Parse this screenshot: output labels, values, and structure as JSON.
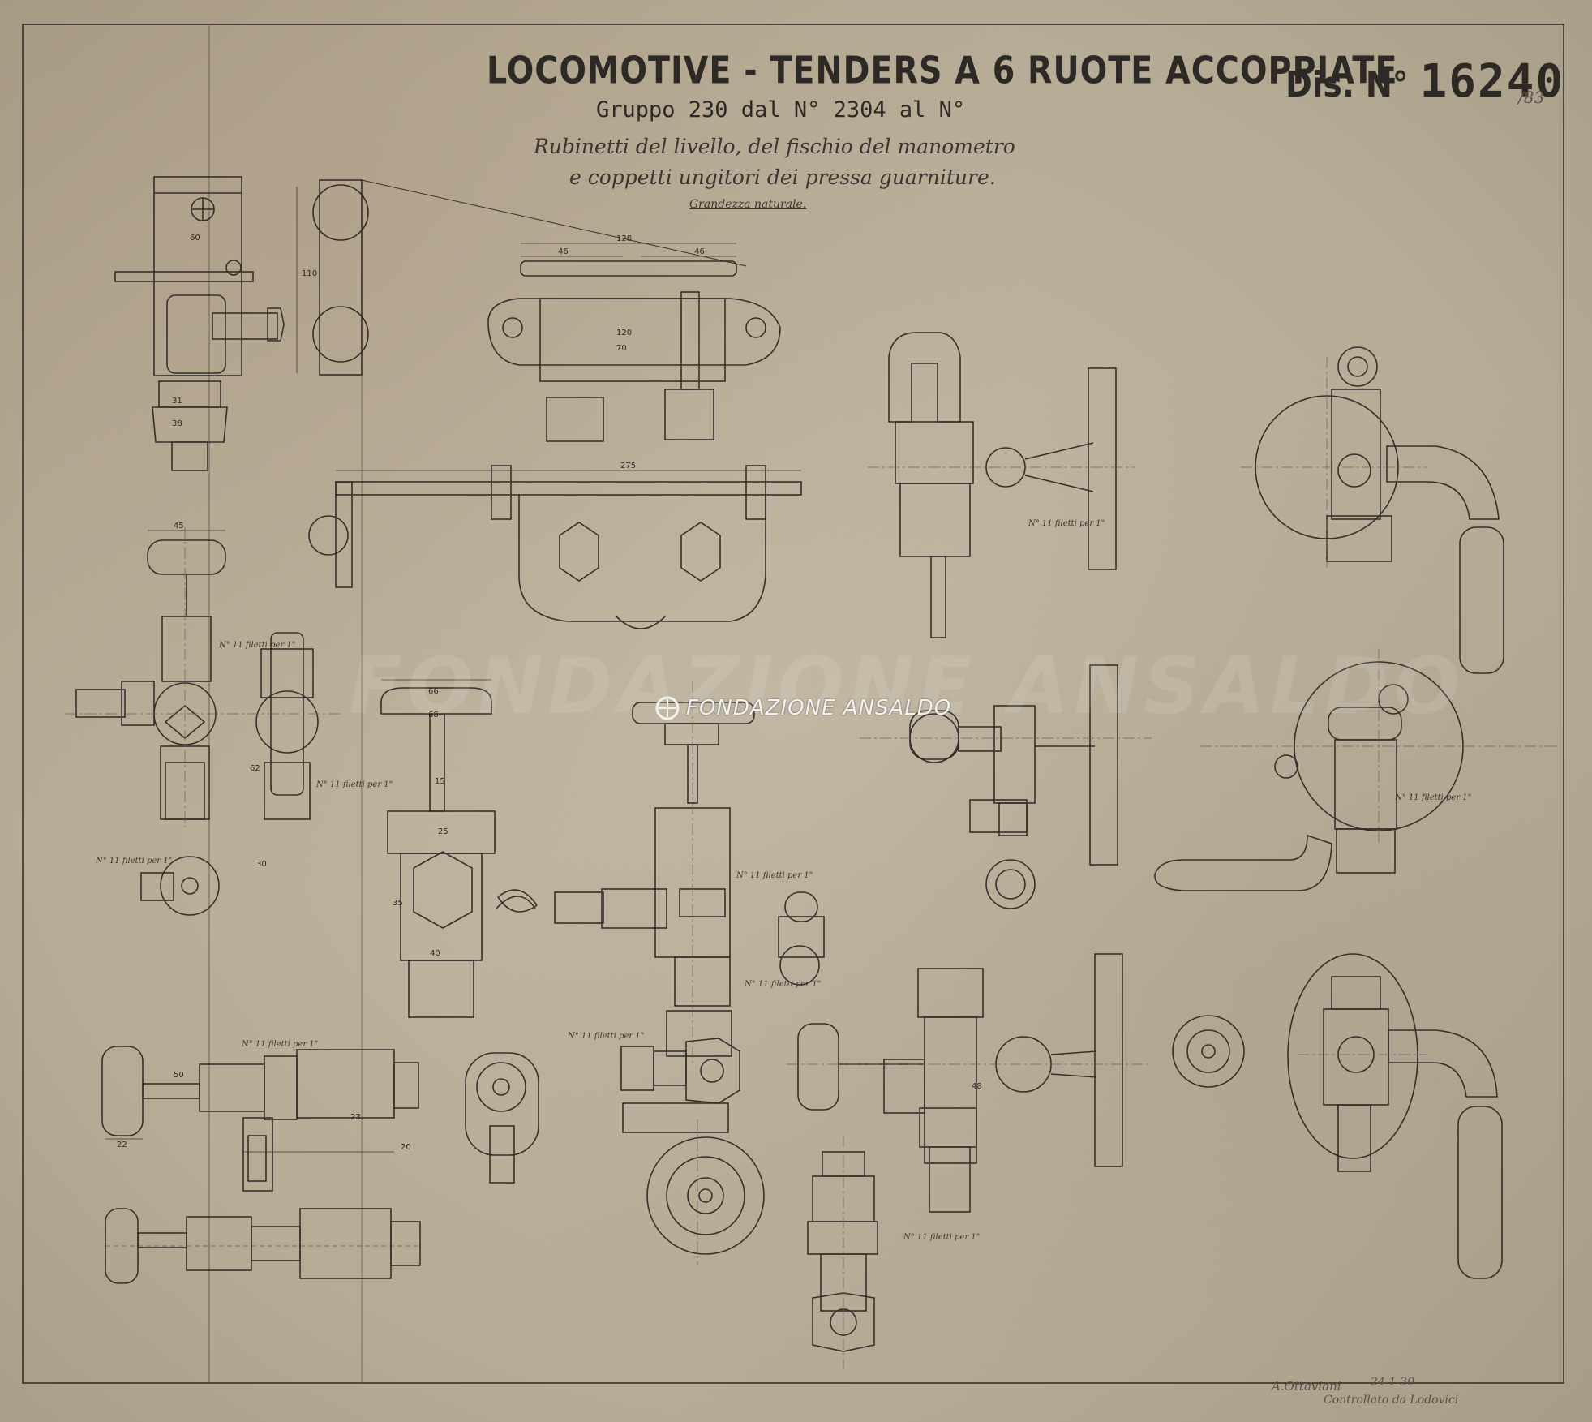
{
  "header": {
    "title": "LOCOMOTIVE - TENDERS A 6 RUOTE ACCOPPIATE",
    "group_line": "Gruppo 230 dal N° 2304 al N°",
    "description_line1": "Rubinetti del livello, del fischio del manometro",
    "description_line2": "e coppetti ungitori dei pressa guarniture.",
    "scale_note": "Grandezza naturale."
  },
  "drawing_number": {
    "prefix": "Dis. N°",
    "number": "16240",
    "suffix": "/83"
  },
  "watermark": {
    "text": "FONDAZIONE ANSALDO"
  },
  "signatures": {
    "drafter": "A.Ottaviani",
    "date": "24-1-30",
    "checked": "Controllato da Lodovici"
  },
  "annotations": [
    "N° 11 filetti per 1\"",
    "N° 11 filetti per 1\"",
    "N° 11 filetti per 1\"",
    "N° 11 filetti per 1\"",
    "N° 11 filetti per 1\"",
    "N° 11 filetti per 1\"",
    "N° 11 filetti per 1\"",
    "N° 11 filetti per 1\"",
    "N° 11 filetti per 1\"",
    "N° 11 filetti per 1\""
  ],
  "dimensions": {
    "bracket_total": "128",
    "bracket_left": "46",
    "bracket_right": "46",
    "bar_length": "275",
    "d1": "120",
    "d2": "70",
    "d3": "38",
    "d4": "31",
    "d5": "110",
    "d6": "45",
    "d7": "68",
    "d8": "66",
    "d9": "40",
    "d10": "25",
    "d11": "35",
    "d12": "30",
    "d13": "20",
    "d14": "50",
    "d15": "22",
    "d16": "15",
    "d17": "48",
    "d18": "23",
    "d19": "62",
    "d20": "60"
  }
}
